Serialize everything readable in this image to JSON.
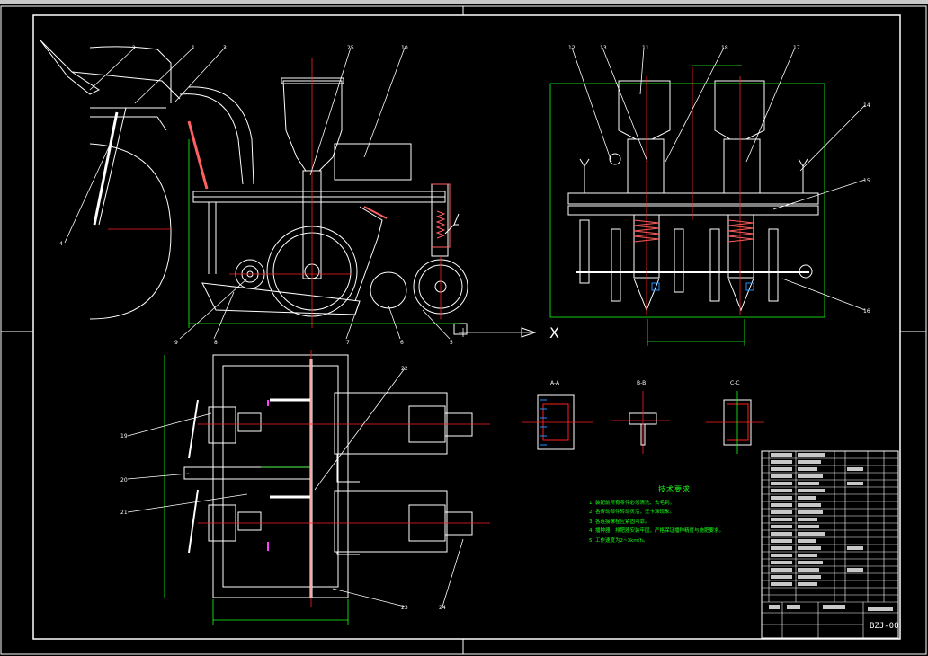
{
  "drawing": {
    "drawing_number": "BZJ-00",
    "axis_marker": "X",
    "balloons": [
      "1",
      "2",
      "3",
      "4",
      "5",
      "6",
      "7",
      "8",
      "9",
      "10",
      "11",
      "12",
      "13",
      "14",
      "15",
      "16",
      "17",
      "18",
      "19",
      "20",
      "21",
      "22",
      "23",
      "24",
      "25"
    ],
    "section_labels": [
      "A-A",
      "B-B",
      "C-C"
    ],
    "colors": {
      "background": "#000000",
      "outline": "#ffffff",
      "dimension": "#19ff19",
      "centerline": "#ff2020",
      "hatch": "#2090ff",
      "balloon": "#ffffff"
    }
  },
  "notes": {
    "title": "技术要求",
    "lines": [
      "1. 装配前所有零件必须清洗、去毛刺。",
      "2. 各传动部件转动灵活，无卡滞现象。",
      "3. 各连接螺栓应紧固可靠。",
      "4. 播种器、排肥器安装牢固，严格保证播种精度与施肥要求。",
      "5. 工作速度为2~3km/h。"
    ]
  }
}
